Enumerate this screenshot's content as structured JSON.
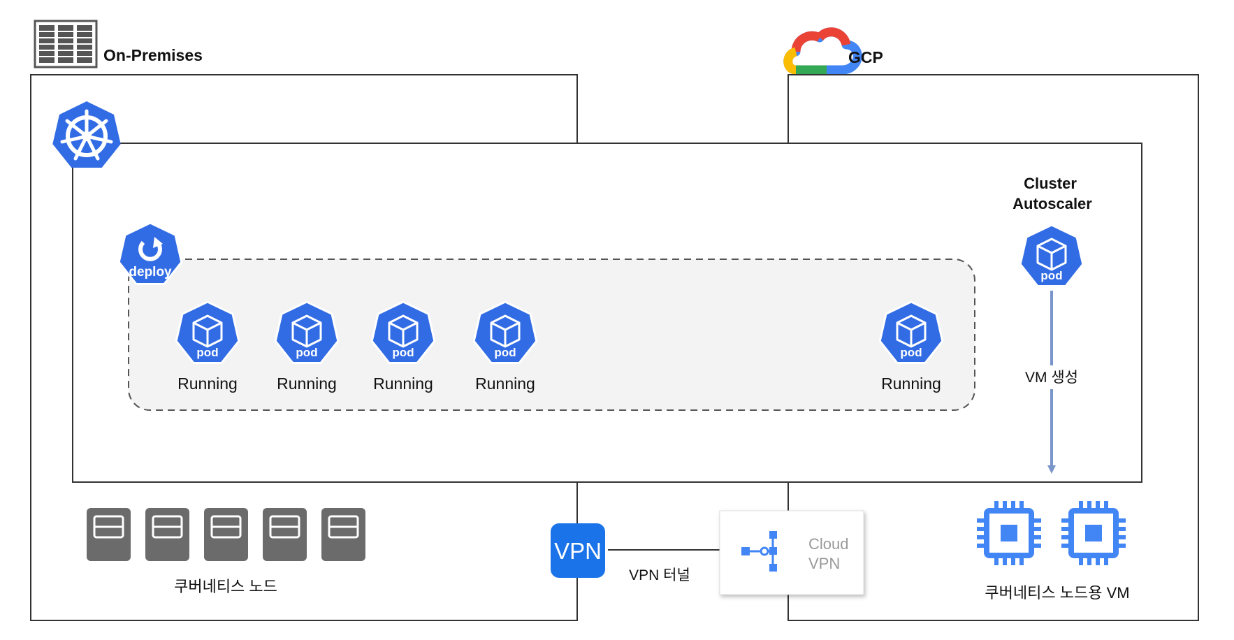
{
  "onprem": {
    "label": "On-Premises"
  },
  "gcp": {
    "label": "GCP"
  },
  "cluster": {
    "autoscaler_title_line1": "Cluster",
    "autoscaler_title_line2": "Autoscaler",
    "autoscaler_pod_label": "pod",
    "vm_create_label": "VM 생성"
  },
  "deployment": {
    "icon_label": "deploy",
    "pods": [
      {
        "icon_label": "pod",
        "status": "Running"
      },
      {
        "icon_label": "pod",
        "status": "Running"
      },
      {
        "icon_label": "pod",
        "status": "Running"
      },
      {
        "icon_label": "pod",
        "status": "Running"
      },
      {
        "icon_label": "pod",
        "status": "Running"
      }
    ]
  },
  "onprem_nodes": {
    "label": "쿠버네티스 노드",
    "count": 5
  },
  "vpn": {
    "badge_label": "VPN",
    "tunnel_label": "VPN 터널",
    "cloud_vpn_line1": "Cloud",
    "cloud_vpn_line2": "VPN"
  },
  "gcp_vms": {
    "label": "쿠버네티스 노드용 VM",
    "count": 2
  },
  "colors": {
    "k8s_blue": "#326ce5",
    "gcp_blue": "#4285f4",
    "node_gray": "#6b6b6b",
    "arrow": "#7a95c9"
  }
}
